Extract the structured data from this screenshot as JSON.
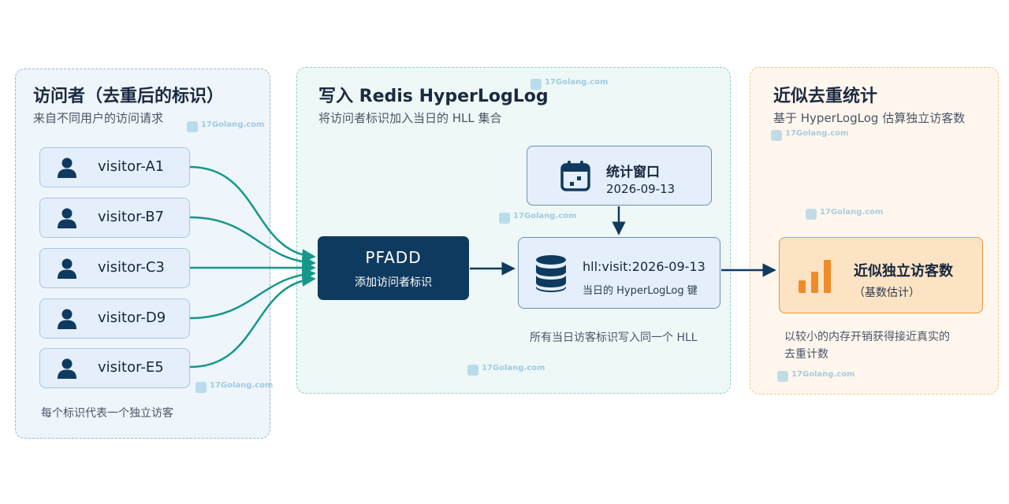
{
  "visitors_panel": {
    "title": "访问者（去重后的标识）",
    "subtitle": "来自不同用户的访问请求",
    "items": [
      "visitor-A1",
      "visitor-B7",
      "visitor-C3",
      "visitor-D9",
      "visitor-E5"
    ],
    "note": "每个标识代表一个独立访客"
  },
  "write_panel": {
    "title": "写入 Redis HyperLogLog",
    "subtitle": "将访问者标识加入当日的 HLL 集合",
    "pfadd": {
      "command": "PFADD",
      "label": "添加访问者标识"
    },
    "window": {
      "title": "统计窗口",
      "date": "2026-09-13",
      "icon": "calendar-icon"
    },
    "hll": {
      "key": "hll:visit:2026-09-13",
      "label": "当日的 HyperLogLog 键",
      "icon": "database-icon"
    },
    "note": "所有当日访客标识写入同一个 HLL"
  },
  "result_panel": {
    "title": "近似去重统计",
    "subtitle": "基于 HyperLogLog 估算独立访客数",
    "result": {
      "title": "近似独立访客数",
      "label": "（基数估计）",
      "icon": "bar-chart-icon"
    },
    "note_line1": "以较小的内存开销获得接近真实的",
    "note_line2": "去重计数"
  },
  "watermark": {
    "text": "17Golang.com"
  },
  "colors": {
    "navy": "#0f3a5f",
    "teal": "#15978b",
    "orange": "#ef8c2a",
    "visitor_box": "#e4effb"
  }
}
